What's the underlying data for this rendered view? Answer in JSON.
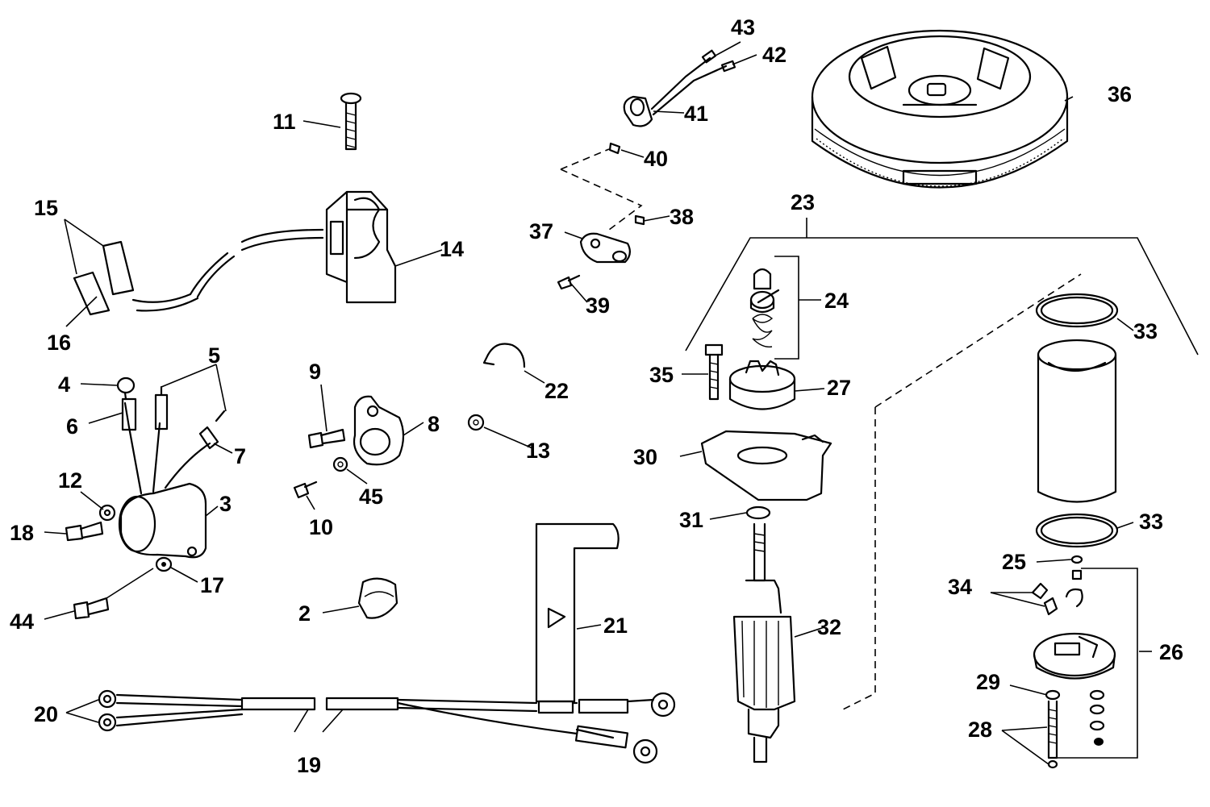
{
  "diagram": {
    "labels": [
      "2",
      "3",
      "4",
      "5",
      "6",
      "7",
      "8",
      "9",
      "10",
      "11",
      "12",
      "13",
      "14",
      "15",
      "16",
      "17",
      "18",
      "19",
      "20",
      "21",
      "22",
      "23",
      "24",
      "25",
      "26",
      "27",
      "28",
      "29",
      "30",
      "31",
      "32",
      "33",
      "33",
      "34",
      "35",
      "36",
      "37",
      "38",
      "39",
      "40",
      "41",
      "42",
      "43",
      "44",
      "45"
    ]
  }
}
